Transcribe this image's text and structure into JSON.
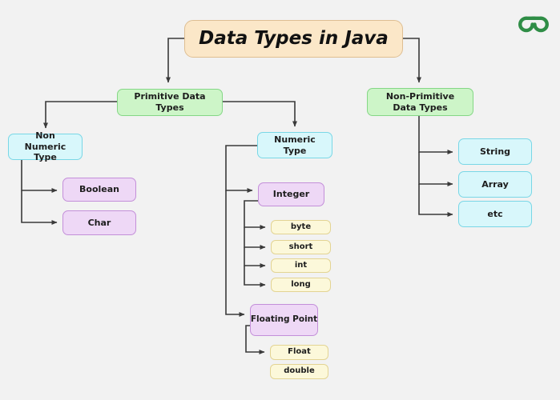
{
  "title": {
    "label": "Data Types in Java"
  },
  "logo": {
    "name": "geeksforgeeks-logo",
    "color": "#2f8d46"
  },
  "nodes": {
    "primitive": {
      "label": "Primitive Data Types"
    },
    "non_primitive": {
      "label": "Non-Primitive Data Types"
    },
    "non_numeric": {
      "label": "Non Numeric Type"
    },
    "numeric": {
      "label": "Numeric Type"
    },
    "boolean": {
      "label": "Boolean"
    },
    "char": {
      "label": "Char"
    },
    "integer": {
      "label": "Integer"
    },
    "byte": {
      "label": "byte"
    },
    "short": {
      "label": "short"
    },
    "int": {
      "label": "int"
    },
    "long": {
      "label": "long"
    },
    "floating_point": {
      "label": "Floating Point"
    },
    "float": {
      "label": "Float"
    },
    "double": {
      "label": "double"
    },
    "string": {
      "label": "String"
    },
    "array": {
      "label": "Array"
    },
    "etc": {
      "label": "etc"
    }
  },
  "edges": [
    [
      "Data Types in Java",
      "Primitive Data Types"
    ],
    [
      "Data Types in Java",
      "Non-Primitive Data Types"
    ],
    [
      "Primitive Data Types",
      "Non Numeric Type"
    ],
    [
      "Primitive Data Types",
      "Numeric Type"
    ],
    [
      "Non Numeric Type",
      "Boolean"
    ],
    [
      "Non Numeric Type",
      "Char"
    ],
    [
      "Numeric Type",
      "Integer"
    ],
    [
      "Numeric Type",
      "Floating Point"
    ],
    [
      "Integer",
      "byte"
    ],
    [
      "Integer",
      "short"
    ],
    [
      "Integer",
      "int"
    ],
    [
      "Integer",
      "long"
    ],
    [
      "Floating Point",
      "Float"
    ],
    [
      "Floating Point",
      "double"
    ],
    [
      "Non-Primitive Data Types",
      "String"
    ],
    [
      "Non-Primitive Data Types",
      "Array"
    ],
    [
      "Non-Primitive Data Types",
      "etc"
    ]
  ],
  "colors": {
    "background": "#f2f2f2",
    "title_fill": "#fbe7c8",
    "title_border": "#debe92",
    "green_fill": "#cdf5c8",
    "green_border": "#85d786",
    "cyan_fill": "#d8f7fb",
    "cyan_border": "#79d7e6",
    "purple_fill": "#eed8f6",
    "purple_border": "#c38fd9",
    "yellow_fill": "#fcf8da",
    "yellow_border": "#e3d493",
    "connector": "#3a3a3a",
    "logo_green": "#2f8d46"
  }
}
